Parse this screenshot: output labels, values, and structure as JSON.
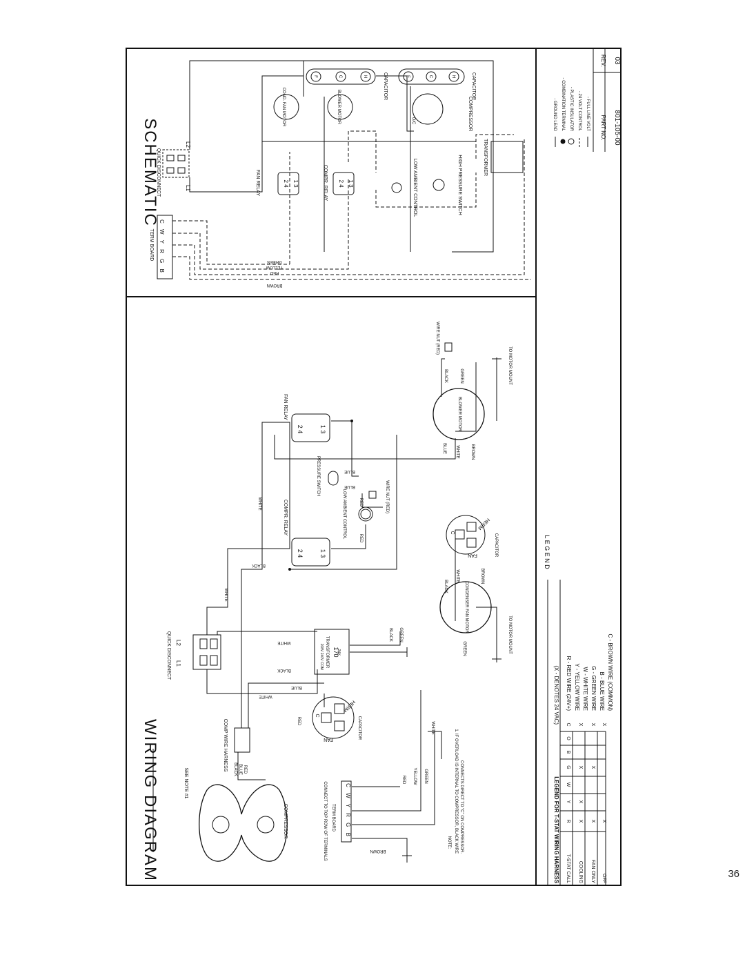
{
  "page_number": "36",
  "wiring_diagram": {
    "title": "WIRING DIAGRAM",
    "quick_disconnect": "QUICK DISCONNECT",
    "l1": "L1",
    "l2": "L2",
    "see_note": "SEE NOTE #1",
    "compressor": "COMPRESSOR",
    "comp_wire_harness": "COMP WIRE HARNESS",
    "term_board": "TERM BOARD",
    "terminals": "C W Y R G B",
    "connect_note": "CONNECT TO TOP ROW OF TERMINALS",
    "note_title": "NOTE:",
    "note_1": "1. IF OVERLOAD IS INTERNAL TO COMPRESSOR, BLACK WIRE",
    "note_2": "CONNECTS DIRECT TO \"C\" ON COMPRESSOR.",
    "transformer": "TRANSFORMER",
    "transformer_volts": "208V 240V",
    "transformer_com": "COM",
    "transformer_24v": "24V",
    "transformer_va": "170",
    "capacitor": "CAPACITOR",
    "herm": "HERM",
    "fan": "FAN",
    "cap_c": "C",
    "fan_relay": "FAN RELAY",
    "compr_relay": "COMPR. RELAY",
    "relay_top": "2  4",
    "relay_bottom": "1  3",
    "pressure_switch": "PRESSURE SWITCH",
    "low_ambient_control": "LOW AMBIENT CONTROL",
    "wire_nut_red": "WIRE NUT (RED)",
    "blower_motor": "BLOWER MOTOR",
    "condenser_fan_motor": "CONDENSER FAN MOTOR",
    "to_motor_mount": "TO MOTOR MOUNT",
    "wires": {
      "white": "WHITE",
      "black": "BLACK",
      "blue": "BLUE",
      "red": "RED",
      "yellow": "YELLOW",
      "green": "GREEN",
      "brown": "BROWN"
    }
  },
  "schematic": {
    "title": "SCHEMATIC",
    "quick_disconnect": "QUICK DISCONNECT",
    "l1": "L1",
    "l2": "L2",
    "term_board": "TERM BOARD",
    "terminals": "C W Y R G B",
    "fan_relay": "FAN RELAY",
    "compr_relay": "COMPR. RELAY",
    "cond_fan_motor": "COND. FAN MOTOR",
    "blower_motor": "BLOWER MOTOR",
    "capacitor": "CAPACITOR",
    "compressor": "COMPRESSOR",
    "low_ambient_control": "LOW AMBIENT CONTROL",
    "high_pressure_switch": "HIGH PRESSURE SWITCH",
    "transformer": "TRANSFORMER",
    "olc": "O/C",
    "cap_terms": [
      "F",
      "C",
      "H"
    ],
    "wire_labels": [
      "GREEN",
      "YELLOW",
      "RED",
      "BROWN"
    ]
  },
  "legend": {
    "title": "L E G E N D",
    "harness_title": "LEGEND FOR T-STAT WIRING HARNESS",
    "denotes": "(X - DENOTES 24 VAC)",
    "columns": [
      "T-STAT CALL",
      "R",
      "Y",
      "W",
      "G",
      "B",
      "O",
      "C"
    ],
    "rows": [
      [
        "COOLING",
        "X",
        "X",
        "",
        "X",
        "",
        "",
        "X"
      ],
      [
        "FAN ONLY",
        "X",
        "",
        "",
        "X",
        "",
        "",
        "X"
      ],
      [
        "OFF",
        "X",
        "",
        "",
        "",
        "",
        "",
        "X"
      ]
    ],
    "wire_key": [
      "R - RED WIRE (24V+)",
      "Y - YELLOW WIRE",
      "W - WHITE WIRE",
      "G - GREEN WIRE",
      "B - BLUE WIRE",
      "C - BROWN WIRE (COMMON)"
    ],
    "symbols": [
      "- GROUND LEAD",
      "- COMBINATION TERMINAL",
      "- PLASTIC INSULATOR",
      "- 24 VOLT CONTROL",
      "- FULL LINE VOLT"
    ],
    "part_no_label": "PART NO.",
    "rev_label": "REV.",
    "part_no": "801-105-00",
    "rev": "03"
  }
}
